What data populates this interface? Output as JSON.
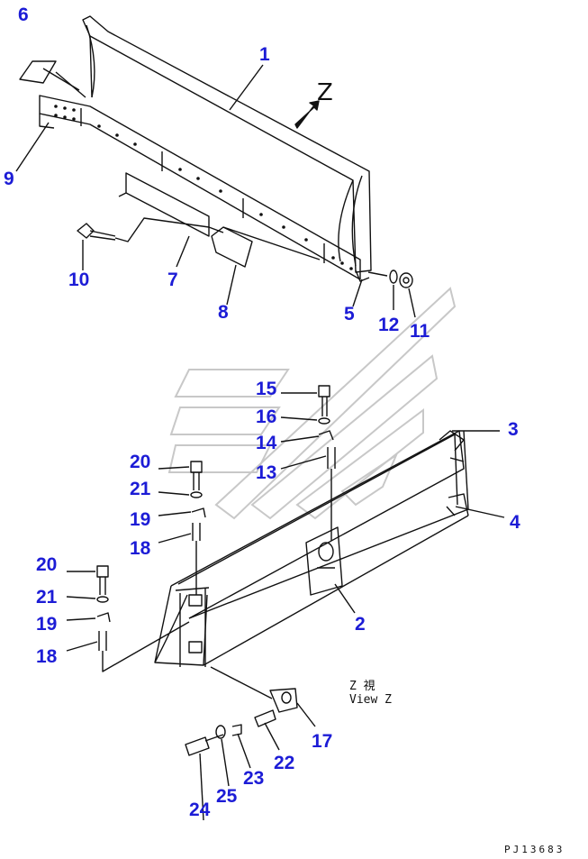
{
  "diagram": {
    "callouts": [
      {
        "id": "c6",
        "text": "6"
      },
      {
        "id": "c1",
        "text": "1"
      },
      {
        "id": "c9",
        "text": "9"
      },
      {
        "id": "c10",
        "text": "10"
      },
      {
        "id": "c7",
        "text": "7"
      },
      {
        "id": "c8",
        "text": "8"
      },
      {
        "id": "c5",
        "text": "5"
      },
      {
        "id": "c12",
        "text": "12"
      },
      {
        "id": "c11",
        "text": "11"
      },
      {
        "id": "c15",
        "text": "15"
      },
      {
        "id": "c16",
        "text": "16"
      },
      {
        "id": "c14",
        "text": "14"
      },
      {
        "id": "c13",
        "text": "13"
      },
      {
        "id": "c3",
        "text": "3"
      },
      {
        "id": "c4",
        "text": "4"
      },
      {
        "id": "c20a",
        "text": "20"
      },
      {
        "id": "c21a",
        "text": "21"
      },
      {
        "id": "c19a",
        "text": "19"
      },
      {
        "id": "c18a",
        "text": "18"
      },
      {
        "id": "c20b",
        "text": "20"
      },
      {
        "id": "c21b",
        "text": "21"
      },
      {
        "id": "c19b",
        "text": "19"
      },
      {
        "id": "c18b",
        "text": "18"
      },
      {
        "id": "c2",
        "text": "2"
      },
      {
        "id": "c17",
        "text": "17"
      },
      {
        "id": "c22",
        "text": "22"
      },
      {
        "id": "c23",
        "text": "23"
      },
      {
        "id": "c24",
        "text": "24"
      },
      {
        "id": "c25",
        "text": "25"
      }
    ],
    "view_marker": "Z",
    "view_note_line1": "Z  視",
    "view_note_line2": "View Z",
    "drawing_code": "PJ13683",
    "colors": {
      "callout": "#1c1cd6",
      "line": "#111111",
      "watermark": "#c8c8c8"
    }
  }
}
